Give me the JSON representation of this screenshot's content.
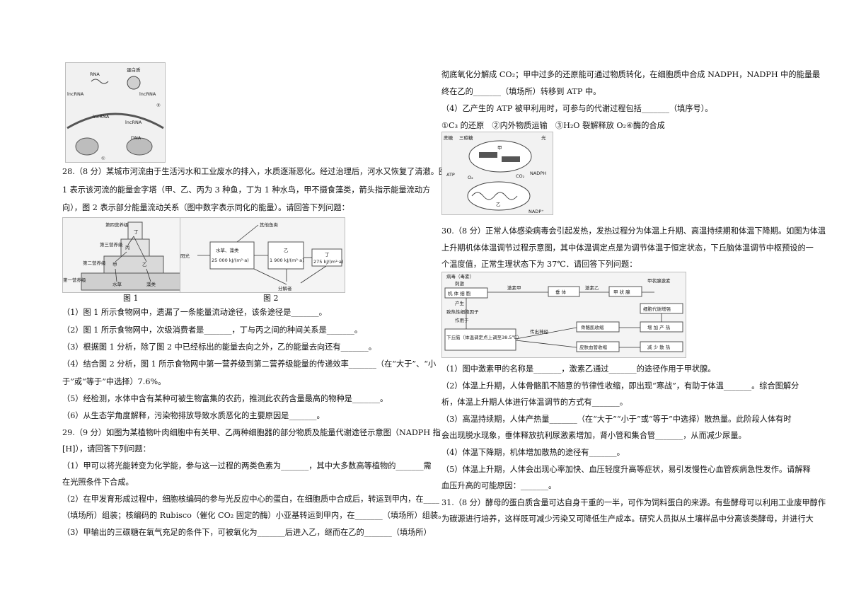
{
  "left": {
    "fig_top": {
      "labels": [
        "RNA",
        "蛋白质",
        "lncRNA",
        "lncRNA",
        "lncRNA",
        "lncRNA",
        "DNA",
        "①",
        "②"
      ]
    },
    "q28": {
      "stem": [
        "28.（8 分）某城市河流由于生活污水和工业废水的排入，水质逐渐恶化。经过治理后，河水又恢复了清澈。图",
        "1 表示该河流的能量金字塔（甲、乙、丙为 3 种鱼，丁为 1 种水鸟，甲不摄食藻类，箭头指示能量流动方",
        "向），图 2 表示部分能量流动关系（图中数字表示同化的能量）。请回答下列问题："
      ],
      "fig1": {
        "levels": [
          "第四营养级",
          "第三营养级",
          "第二营养级",
          "第一营养级"
        ],
        "nodes": [
          "丁",
          "丙",
          "甲",
          "乙",
          "水草",
          "藻类"
        ],
        "caption": "图 1"
      },
      "fig2": {
        "labels": [
          "其他鱼类",
          "阳光",
          "水草、藻类",
          "25 000 kJ/(m²·a)",
          "乙",
          "1 900 kJ/(m²·a)",
          "丁",
          "275 kJ/(m²·a)",
          "分解者"
        ],
        "caption": "图 2"
      },
      "items": [
        "（1）图 1 所示食物网中，遗漏了一条能量流动途径，该条途径是_______。",
        "（2）图 1 所示食物网中，次级消费者是_______，丁与丙之间的种间关系是_______。",
        "（3）根据图 1 分析，除了图 2 中已经标出的能量去向之外，乙的能量去向还有_______。",
        "（4）结合图 2 分析，图 1 所示食物网中第一营养级到第二营养级能量的传递效率_______（在“大于”、“小",
        "于”或“等于”中选择）7.6%。",
        "（5）经检测，水体中含有某种可被生物富集的农药，推测此农药含量最高的物种是_______。",
        "（6）从生态学角度解释，污染物排放导致水质恶化的主要原因是_______。"
      ]
    },
    "q29": {
      "lines": [
        "29.（9 分）如图为某植物叶肉细胞中有关甲、乙两种细胞器的部分物质及能量代谢途径示意图（NADPH 指",
        "[H]），请回答下列问题：",
        "（1）甲可以将光能转变为化学能，参与这一过程的两类色素为_______，其中大多数高等植物的_______需",
        "在光照条件下合成。",
        "（2）在甲发育形成过程中，细胞核编码的参与光反应中心的蛋白，在细胞质中合成后，转运到甲内，在____",
        "（填场所）组装；核编码的 Rubisco（催化 CO₂ 固定的酶）小亚基转运到甲内，在_______（填场所）组装。",
        "（3）甲输出的三碳糖在氧气充足的条件下，可被氧化为_______后进入乙，继而在乙的_______（填场所）"
      ]
    }
  },
  "right": {
    "q29_cont": {
      "lines": [
        "彻底氧化分解成 CO₂；甲中过多的还原能可通过物质转化，在细胞质中合成 NADPH，NADPH 中的能量最",
        "终在乙的_______（填场所）转移到 ATP 中。",
        "（4）乙产生的 ATP 被甲利用时，可参与的代谢过程包括_______（填序号）。",
        "①C₃ 的还原　②内外物质运输　③H₂O 裂解释放 O₂④酶的合成"
      ]
    },
    "fig_cell": {
      "labels": [
        "蔗糖",
        "三碳糖",
        "光",
        "甲",
        "ATP",
        "O₂",
        "CO₂",
        "NADPH",
        "乙",
        "NADP⁺"
      ]
    },
    "q30": {
      "stem": [
        "30.（8 分）正常人体感染病毒会引起发热，发热过程分为体温上升期、高温持续期和体温下降期。如图为体温",
        "上升期机体体温调节过程示意图，其中体温调定点是为调节体温于恒定状态，下丘脑体温调节中枢预设的一",
        "个温度值，正常生理状态下为 37℃．请回答下列问题："
      ],
      "diagram": {
        "labels": [
          "病毒（毒素）",
          "刺激",
          "机 体 细 胞",
          "产生",
          "致热性细胞因子",
          "作用于",
          "下丘脑（体温调定点上调至38.5℃）",
          "激素甲",
          "垂 体",
          "激素乙",
          "甲 状 腺",
          "甲状腺激素",
          "细胞代谢增强",
          "传出神经",
          "骨骼肌收缩",
          "增 加 产 热",
          "皮肤血管收缩",
          "减 少 散 热"
        ]
      },
      "items": [
        "（1）图中激素甲的名称是_______，激素乙通过_______的途径作用于甲状腺。",
        "（2）体温上升期，人体骨骼肌不随意的节律性收缩，即出现“寒战”，有助于体温_______。综合图解分",
        "析，体温上升期人体进行体温调节的方式有_______。",
        "（3）高温持续期，人体产热量_______（在“大于”“小于”或“等于”中选择）散热量。此阶段人体有时",
        "会出现脱水现象，垂体释放抗利尿激素增加，肾小管和集合管_______，从而减少尿量。",
        "（4）体温下降期，机体增加散热的途径有_______。",
        "（5）体温上升期，人体会出现心率加快、血压轻度升高等症状，易引发慢性心血管疾病急性发作。请解释",
        "血压升高的可能原因：_______。"
      ]
    },
    "q31": {
      "lines": [
        "31.（8 分）酵母的蛋白质含量可达自身干重的一半，可作为饲料蛋白的来源。有些酵母可以利用工业废甲醇作",
        "为碳源进行培养，这样既可减少污染又可降低生产成本。研究人员拟从土壤样品中分离该类酵母，并进行大"
      ]
    }
  }
}
